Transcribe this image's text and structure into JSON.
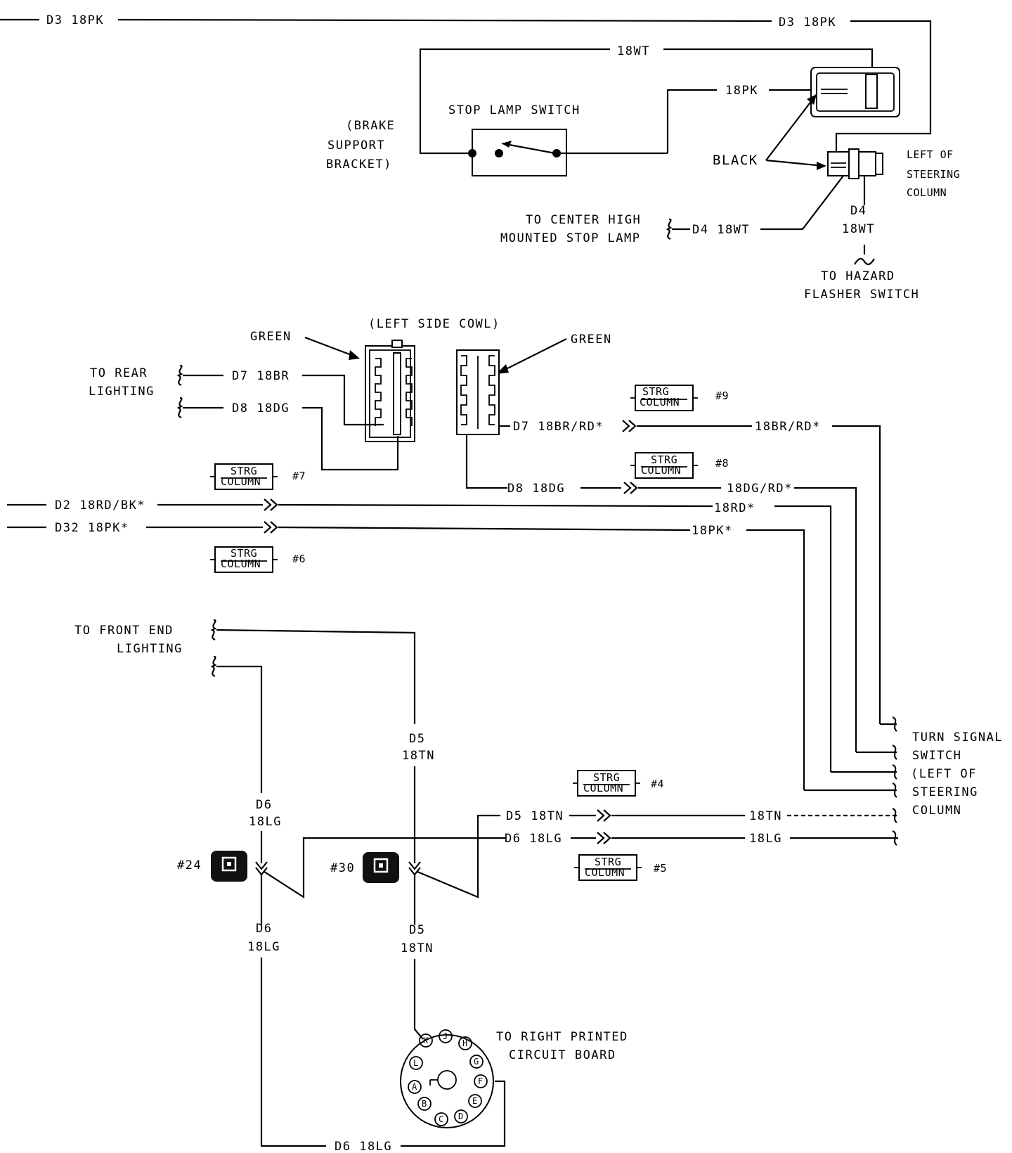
{
  "title": "",
  "top": {
    "d3_left": "D3 18PK",
    "d3_right": "D3 18PK",
    "wire_18wt": "18WT",
    "wire_18pk": "18PK",
    "stop_lamp_switch": "STOP LAMP SWITCH",
    "brake_support": [
      "(BRAKE",
      "SUPPORT",
      "BRACKET)"
    ],
    "black": "BLACK",
    "left_of_steering": [
      "LEFT OF",
      "STEERING",
      "COLUMN"
    ],
    "to_chmsl": [
      "TO CENTER HIGH",
      "MOUNTED STOP LAMP"
    ],
    "d4_18wt": "D4 18WT",
    "d4": "D4",
    "d4_18wt_2": "18WT",
    "to_hazard": [
      "TO HAZARD",
      "FLASHER SWITCH"
    ]
  },
  "middle": {
    "left_side_cowl": "(LEFT SIDE COWL)",
    "green_left": "GREEN",
    "green_right": "GREEN",
    "to_rear_lighting": [
      "TO REAR",
      "LIGHTING"
    ],
    "d7_18br": "D7 18BR",
    "d8_18dg": "D8 18DG",
    "d7_18br_rd": "D7 18BR/RD*",
    "wire_18br_rd": "18BR/RD*",
    "d8_18dg_2": "D8 18DG",
    "wire_18dg_rd": "18DG/RD*",
    "d2": "D2 18RD/BK*",
    "wire_18rd": "18RD*",
    "d32": "D32 18PK*",
    "wire_18pk_star": "18PK*",
    "strg_line1": "STRG",
    "strg_line2": "COLUMN",
    "strg_9": "#9",
    "strg_8": "#8",
    "strg_7": "#7",
    "strg_6": "#6"
  },
  "bottom": {
    "to_front_end": [
      "TO FRONT END",
      "LIGHTING"
    ],
    "d5_top": [
      "D5",
      "18TN"
    ],
    "d6_top": [
      "D6",
      "18LG"
    ],
    "d5_18tn": "D5 18TN",
    "d6_18lg": "D6 18LG",
    "wire_18tn": "18TN",
    "wire_18lg": "18LG",
    "strg_4": "#4",
    "strg_5": "#5",
    "splice_24": "#24",
    "splice_30": "#30",
    "d6_bottom": [
      "D6",
      "18LG"
    ],
    "d5_bottom": [
      "D5",
      "18TN"
    ],
    "turn_signal": [
      "TURN SIGNAL",
      "SWITCH",
      "(LEFT OF",
      "STEERING",
      "COLUMN"
    ],
    "to_right_pcb": [
      "TO RIGHT PRINTED",
      "CIRCUIT BOARD"
    ],
    "d6_18lg_bottom": "D6 18LG",
    "connector_pins": [
      "K",
      "J",
      "H",
      "G",
      "F",
      "E",
      "D",
      "C",
      "B",
      "A",
      "L"
    ]
  }
}
